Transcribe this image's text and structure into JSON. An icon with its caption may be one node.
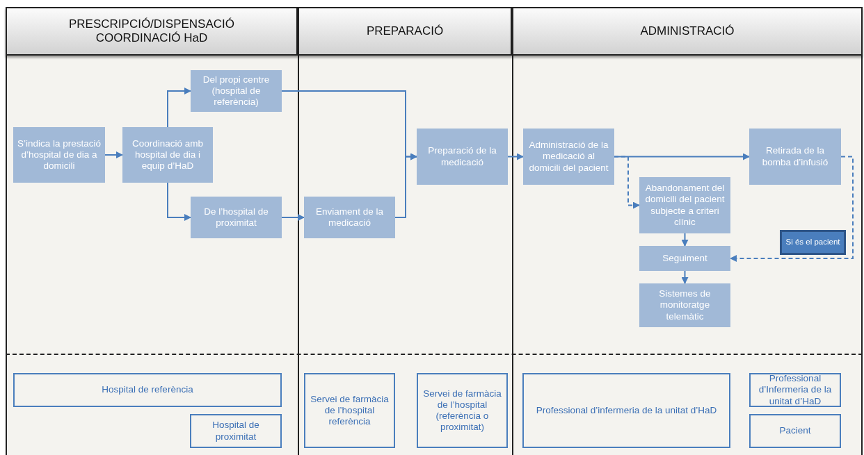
{
  "diagram": {
    "nodes": [
      {
        "text": [
          "PRESCRIPCIÓ/DISPENSACIÓ COORDINACIÓ HaD"
        ]
      },
      {
        "text": [
          "PREPARACIÓ"
        ]
      },
      {
        "text": [
          "ADMINISTRACIÓ"
        ]
      },
      {
        "text": [
          "S’indica la prestació d’hospital de dia a domicili"
        ]
      },
      {
        "text": [
          "Coordinació amb hospital de dia i equip d’HaD"
        ]
      },
      {
        "text": [
          "Del propi centre (hospital de referència)"
        ]
      },
      {
        "text": [
          "De l’hospital de proximitat"
        ]
      },
      {
        "text": [
          "Enviament de la medicació"
        ]
      },
      {
        "text": [
          "Preparació de la medicació"
        ]
      },
      {
        "text": [
          "Administració de la medicació al domicili del pacient"
        ]
      },
      {
        "text": [
          "Retirada de la bomba d’infusió"
        ]
      },
      {
        "text": [
          "Abandonament del domicili del pacient subjecte a criteri clínic"
        ]
      },
      {
        "text": [
          "Seguiment"
        ]
      },
      {
        "text": [
          "Sistemes de monitoratge telemàtic"
        ]
      },
      {
        "text": [
          "Si és el pacient"
        ]
      },
      {
        "text": [
          "Hospital de referència"
        ]
      },
      {
        "text": [
          "Hospital de proximitat"
        ]
      },
      {
        "text": [
          "Servei de farmàcia de l’hospital referència"
        ]
      },
      {
        "text": [
          "Servei de farmàcia de l’hospital (referència o proximitat)"
        ]
      },
      {
        "text": [
          "Professional d’infermeria de la unitat d’HaD"
        ]
      },
      {
        "text": [
          "Professional d’Infermeria de la unitat d’HaD"
        ]
      },
      {
        "text": [
          "Pacient"
        ]
      }
    ],
    "edges": [
      {
        "from": 3,
        "to": 4,
        "arrow": "to"
      },
      {
        "from": 4,
        "to": 5,
        "arrow": "to"
      },
      {
        "from": 4,
        "to": 6,
        "arrow": "to"
      },
      {
        "from": 5,
        "to": 8,
        "arrow": "to"
      },
      {
        "from": 6,
        "to": 7,
        "arrow": "to"
      },
      {
        "from": 7,
        "to": 8,
        "arrow": "to"
      },
      {
        "from": 8,
        "to": 9,
        "arrow": "to"
      },
      {
        "from": 9,
        "to": 10,
        "arrow": "to"
      },
      {
        "from": 9,
        "to": 11,
        "arrow": "to",
        "style": "dashed"
      },
      {
        "from": 10,
        "to": 12,
        "arrow": "to",
        "style": "dashed"
      },
      {
        "from": 11,
        "to": 12,
        "arrow": "to"
      },
      {
        "from": 12,
        "to": 13,
        "arrow": "to"
      }
    ]
  }
}
